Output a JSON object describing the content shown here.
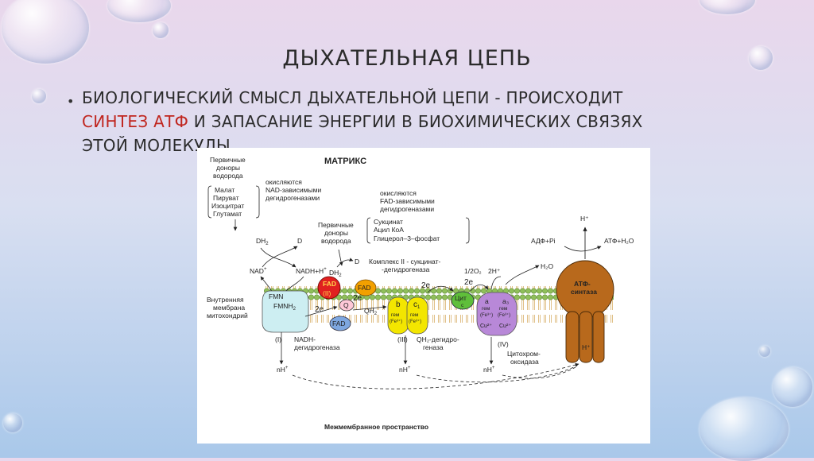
{
  "slide": {
    "title": "ДЫХАТЕЛЬНАЯ ЦЕПЬ",
    "bullet_symbol": "•",
    "bullet_text_1": "Биологический смысл дыхательной цепи - происходит ",
    "bullet_highlight": "синтез АТФ",
    "bullet_text_2": " и запасание энергии в биохимических связях этой молекулы."
  },
  "colors": {
    "highlight": "#c0261f",
    "membrane": "#a3c96e",
    "complex1": "#cdeef2",
    "fad": "#f2a000",
    "cytb": "#f3e600",
    "cytc": "#5fbf3a",
    "complex4": "#b888d8",
    "atp_synthase": "#b8691c"
  },
  "diagram": {
    "matrix": "МАТРИКС",
    "primary_donors_1": [
      "Первичные",
      "доноры",
      "водорода"
    ],
    "substrates_1": [
      "Малат",
      "Пируват",
      "Изоцитрат",
      "Глутамат"
    ],
    "oxidized_nad": [
      "окисляются",
      "NAD-зависимыми",
      "дегидрогеназами"
    ],
    "oxidized_fad": [
      "окисляются",
      "FAD-зависимыми",
      "дегидрогеназами"
    ],
    "primary_donors_2": [
      "Первичные",
      "доноры",
      "водорода"
    ],
    "substrates_2": [
      "Сукцинат",
      "Ацил КоА",
      "Глицерол–3–фосфат"
    ],
    "dh2": "DH",
    "sub2": "2",
    "d": "D",
    "nad_plus": "NAD",
    "nadh": "NADH+H",
    "plus": "+",
    "complex2": [
      "Комплекс II - сукцинат-",
      "-дегидрогеназа"
    ],
    "fad": "FAD",
    "fad_label": "FAD",
    "fad_roman": "(II)",
    "fmn": "FMN",
    "fmnh": "FMNH",
    "q": "Q",
    "qh": "QH",
    "two_e": "2e",
    "membrane_label": [
      "Внутренняя",
      "мембрана",
      "митохондрий"
    ],
    "complex1_roman": "(I)",
    "complex1_name": [
      "NADH-",
      "дегидрогеназа"
    ],
    "cyt_b": "b",
    "cyt_c1": "c",
    "cyt_c1_sub": "1",
    "heme": "гем",
    "fe3": "(Fe³⁺)",
    "complex3_roman": "(III)",
    "complex3_name": [
      "QH₂-дегидро-",
      "геназа"
    ],
    "cyt_c_top": "Цит",
    "cyt_c_sub": "c",
    "half_o2": "1/2O₂",
    "two_h": "2H⁺",
    "h2o": "H₂O",
    "a_label": "a",
    "a3_label": "a₃",
    "cu2": "Cu²⁺",
    "complex4_roman": "(IV)",
    "complex4_name": [
      "Цитохром-",
      "оксидаза"
    ],
    "adp": "АДФ+Pi",
    "atp": "АТФ+H₂O",
    "h_plus": "H⁺",
    "atp_synthase": [
      "АТФ-",
      "синтаза"
    ],
    "nh_plus": "nH",
    "intermembrane": "Межмембранное пространство"
  }
}
